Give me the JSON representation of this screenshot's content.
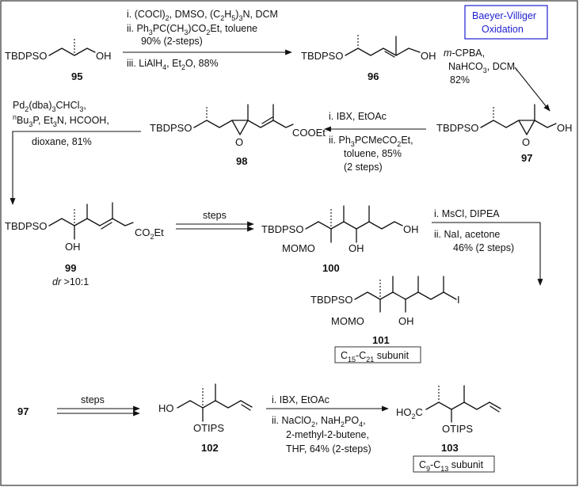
{
  "compounds": {
    "c95": {
      "number": "95",
      "tbdpso": "TBDPSO",
      "oh": "OH"
    },
    "c96": {
      "number": "96",
      "tbdpso": "TBDPSO",
      "oh": "OH"
    },
    "c97": {
      "number": "97",
      "tbdpso": "TBDPSO",
      "o": "O",
      "oh": "OH"
    },
    "c98": {
      "number": "98",
      "tbdpso": "TBDPSO",
      "o": "O",
      "ester": "COOEt"
    },
    "c99": {
      "number": "99",
      "tbdpso": "TBDPSO",
      "oh": "OH",
      "ester": "CO",
      "ester_sub": "2",
      "ester_end": "Et",
      "dr_italic": "dr",
      "dr_rest": " >10:1"
    },
    "c100": {
      "number": "100",
      "tbdpso": "TBDPSO",
      "mom": "MOMO",
      "oh1": "OH",
      "oh2": "OH"
    },
    "c101": {
      "number": "101",
      "tbdpso": "TBDPSO",
      "mom": "MOMO",
      "oh": "OH",
      "iodo": "I",
      "subunit_c1": "C",
      "subunit_s1": "15",
      "subunit_mid": "-C",
      "subunit_s2": "21",
      "subunit_end": " subunit"
    },
    "c97b": {
      "number": "97"
    },
    "c102": {
      "number": "102",
      "ho": "HO",
      "otips": "OTIPS"
    },
    "c103": {
      "number": "103",
      "ho2c_a": "HO",
      "ho2c_b": "2",
      "ho2c_c": "C",
      "otips": "OTIPS",
      "subunit_c1": "C",
      "subunit_s1": "9",
      "subunit_mid": "-C",
      "subunit_s2": "13",
      "subunit_end": " subunit"
    }
  },
  "steps": {
    "s1": {
      "l1": "i. (COCl)",
      "l1_sub": "2",
      "l1_b": ", DMSO, (C",
      "l1_sub2": "2",
      "l1_c": "H",
      "l1_sub3": "5",
      "l1_d": ")",
      "l1_sub4": "3",
      "l1_e": "N, DCM",
      "l2": "ii. Ph",
      "l2_sub": "3",
      "l2_b": "PC(CH",
      "l2_sub2": "3",
      "l2_c": ")CO",
      "l2_sub3": "2",
      "l2_d": "Et, toluene",
      "l3": "90% (2-steps)",
      "l4": "iii. LiAlH",
      "l4_sub": "4",
      "l4_b": ", Et",
      "l4_sub2": "2",
      "l4_c": "O, 88%"
    },
    "s2": {
      "box_l1": "Baeyer-Villiger",
      "box_l2": "Oxidation",
      "l1_it": "m",
      "l1": "-CPBA,",
      "l2": "NaHCO",
      "l2_sub": "3",
      "l2_b": ", DCM,",
      "l3": "82%"
    },
    "s3": {
      "l1": "i. IBX, EtOAc",
      "l2": "ii. Ph",
      "l2_sub": "3",
      "l2_b": "PCMeCO",
      "l2_sub2": "2",
      "l2_c": "Et,",
      "l3": "toluene, 85%",
      "l4": "(2 steps)"
    },
    "s4": {
      "l1": "Pd",
      "l1_sub": "2",
      "l1_b": "(dba)",
      "l1_sub2": "3",
      "l1_c": "CHCl",
      "l1_sub3": "3",
      "l1_d": ",",
      "l2_sup": "n",
      "l2": "Bu",
      "l2_sub": "3",
      "l2_b": "P, Et",
      "l2_sub2": "3",
      "l2_c": "N, HCOOH,",
      "l3": "dioxane, 81%"
    },
    "s5": {
      "l1": "steps"
    },
    "s6": {
      "l1": "i. MsCl, DIPEA",
      "l2": "ii. NaI, acetone",
      "l3": "46% (2 steps)"
    },
    "s7": {
      "l1": "steps"
    },
    "s8": {
      "l1": "i. IBX, EtOAc",
      "l2": "ii. NaClO",
      "l2_sub": "2",
      "l2_b": ", NaH",
      "l2_sub2": "2",
      "l2_c": "PO",
      "l2_sub3": "4",
      "l2_d": ",",
      "l3": "2-methyl-2-butene,",
      "l4": "THF, 64% (2-steps)"
    }
  },
  "colors": {
    "box_text": "#1f1fd1",
    "box_border": "#1f1fd1",
    "frame": "#333333"
  }
}
